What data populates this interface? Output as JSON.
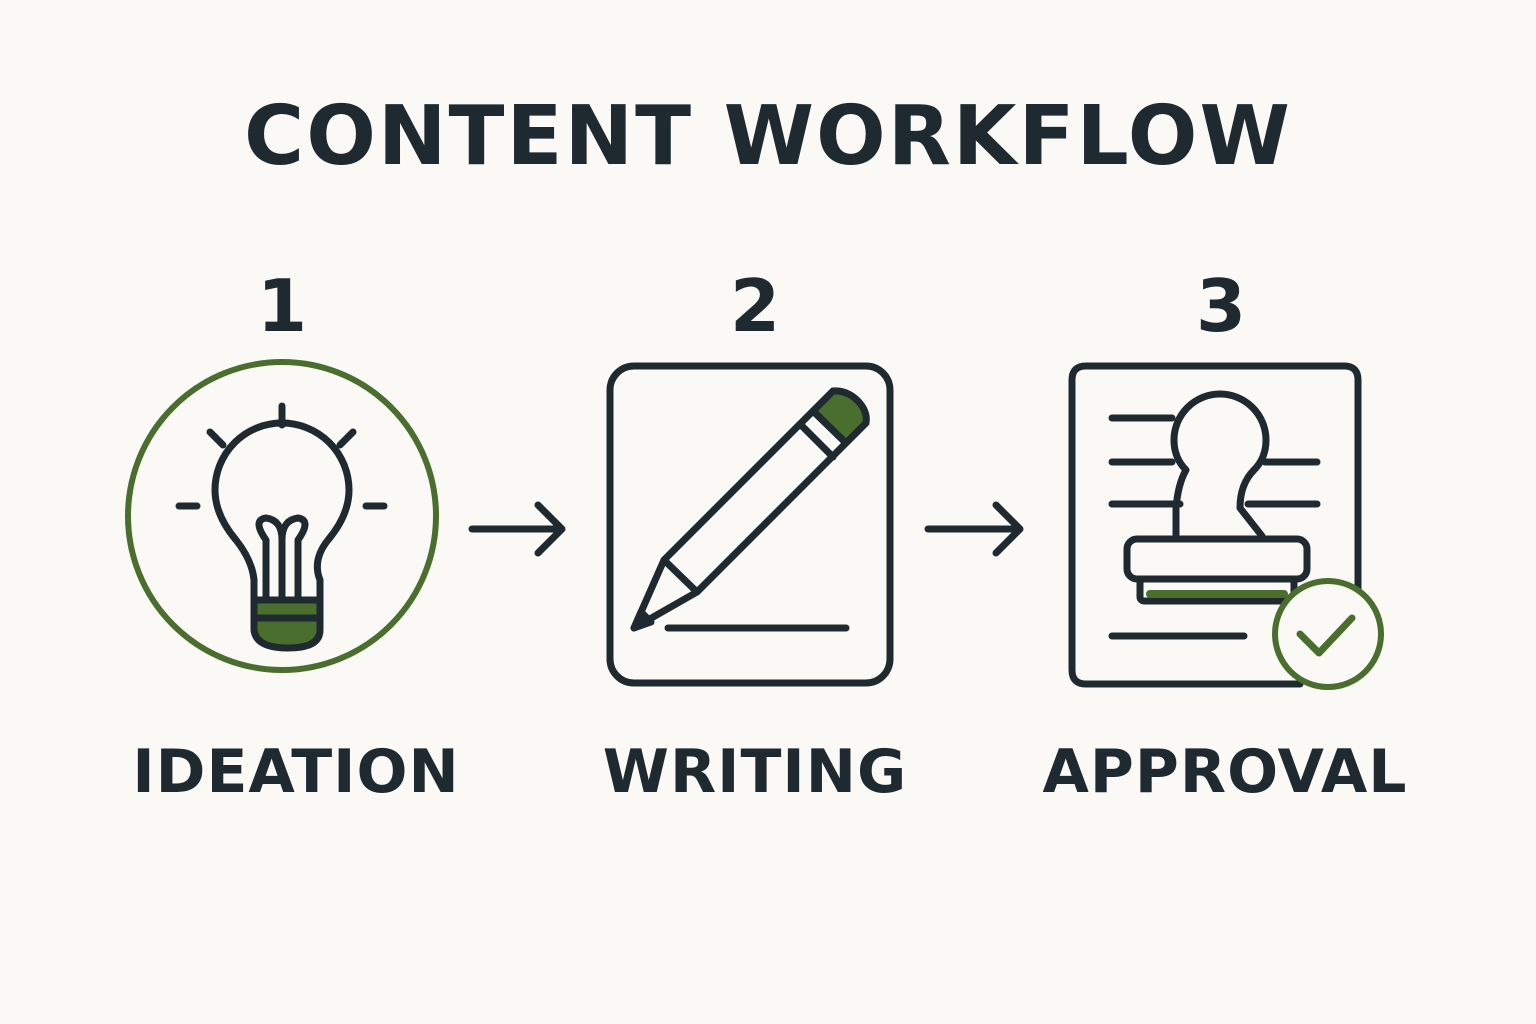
{
  "title": "CONTENT WORKFLOW",
  "colors": {
    "background": "#fbf9f5",
    "ink": "#1f2a30",
    "accent": "#4a6e2e"
  },
  "steps": [
    {
      "number": "1",
      "label": "IDEATION",
      "icon": "lightbulb-icon"
    },
    {
      "number": "2",
      "label": "WRITING",
      "icon": "pencil-icon"
    },
    {
      "number": "3",
      "label": "APPROVAL",
      "icon": "stamp-document-icon"
    }
  ],
  "connectors": [
    "arrow-right-icon",
    "arrow-right-icon"
  ]
}
